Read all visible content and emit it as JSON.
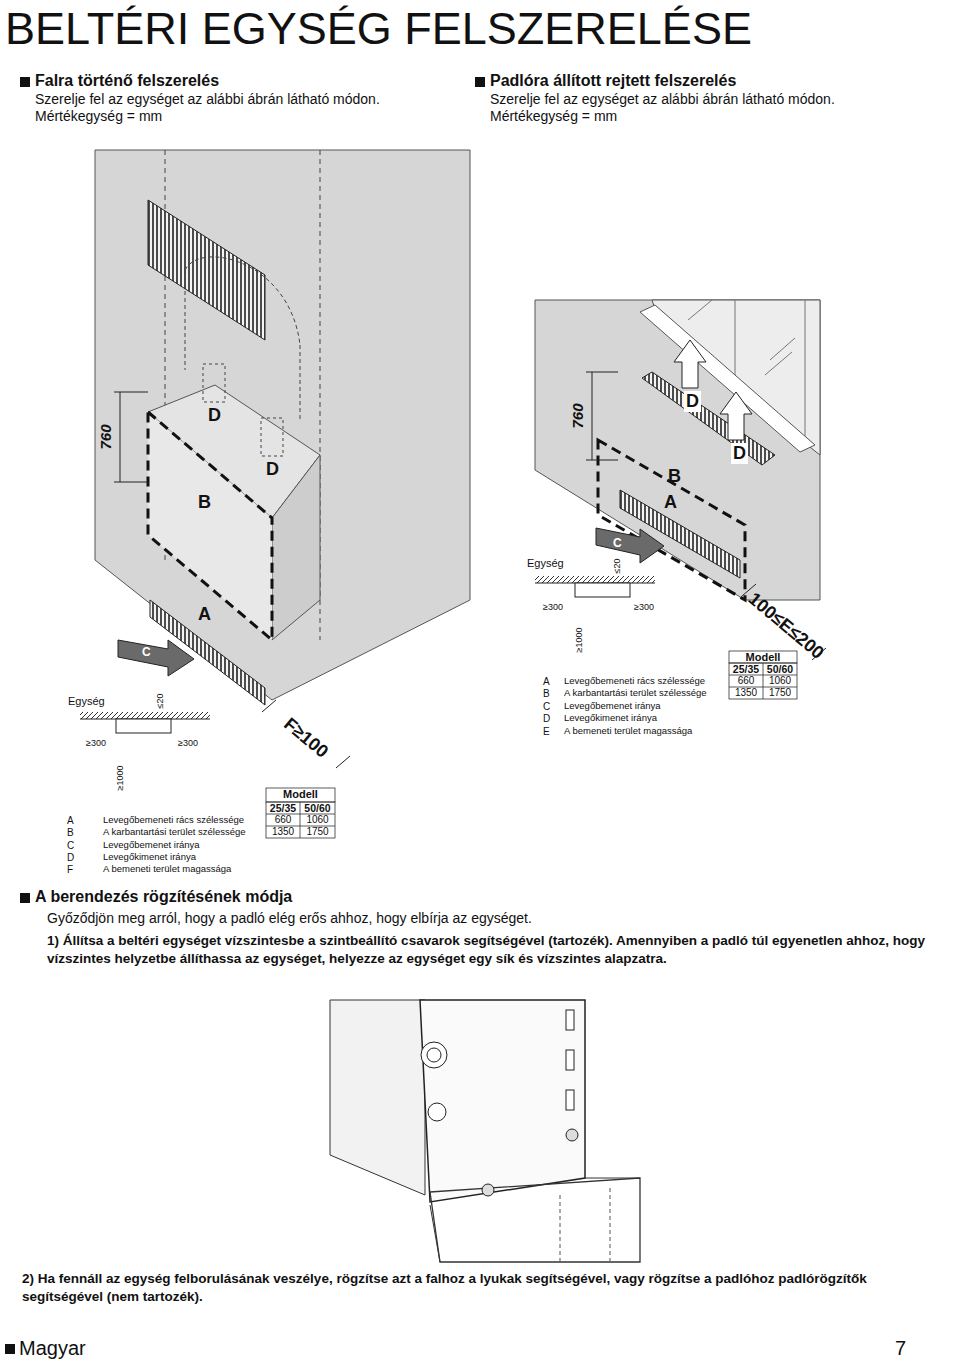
{
  "diagram": {
    "title": "BELTÉRI EGYSÉG FELSZERELÉSE",
    "labels": [
      "Falra történő felszerelés",
      "Szerelje fel az egységet az alábbi ábrán látható módon.",
      "Mértékegység = mm",
      "Padlóra állított rejtett felszerelés",
      "Szerelje fel az egységet az alábbi ábrán látható módon.",
      "Mértékegység = mm",
      "760",
      "D",
      "D",
      "B",
      "A",
      "C",
      "F≥100",
      "Egység",
      "≤20",
      "≥300",
      "≥300",
      "≥1000",
      "Modell",
      "25/35",
      "50/60",
      "A",
      "Levegőbemeneti rács szélessége",
      "660",
      "1060",
      "B",
      "A karbantartási terület szélessége",
      "1350",
      "1750",
      "C",
      "Levegőbemenet iránya",
      "D",
      "Levegőkimenet iránya",
      "F",
      "A bemeneti terület magassága",
      "760",
      "D",
      "D",
      "B",
      "A",
      "C",
      "Egység",
      "≤20",
      "100≤E≤200",
      "≥300",
      "≥300",
      "≥1000",
      "Modell",
      "25/35",
      "50/60",
      "A",
      "Levegőbemeneti rács szélessége",
      "660",
      "1060",
      "B",
      "A karbantartási terület szélessége",
      "1350",
      "1750",
      "C",
      "Levegőbemenet iránya",
      "D",
      "Levegőkimenet iránya",
      "E",
      "A bemeneti terület magassága",
      "A berendezés rögzítésének módja",
      "Győződjön meg arról, hogy a padló elég erős ahhoz, hogy elbírja az egységet.",
      "1) Állítsa a beltéri egységet vízszintesbe a szintbeállító csavarok segítségével (tartozék). Amennyiben a padló túl egyenetlen ahhoz, hogy vízszintes helyzetbe állíthassa az egységet, helyezze az egységet egy sík és vízszintes alapzatra.",
      "2) Ha fennáll az egység felborulásának veszélye, rögzítse azt a falhoz a lyukak segítségével, vagy rögzítse a padlóhoz padlórögzítők segítségével (nem tartozék).",
      "Magyar",
      "7"
    ]
  }
}
